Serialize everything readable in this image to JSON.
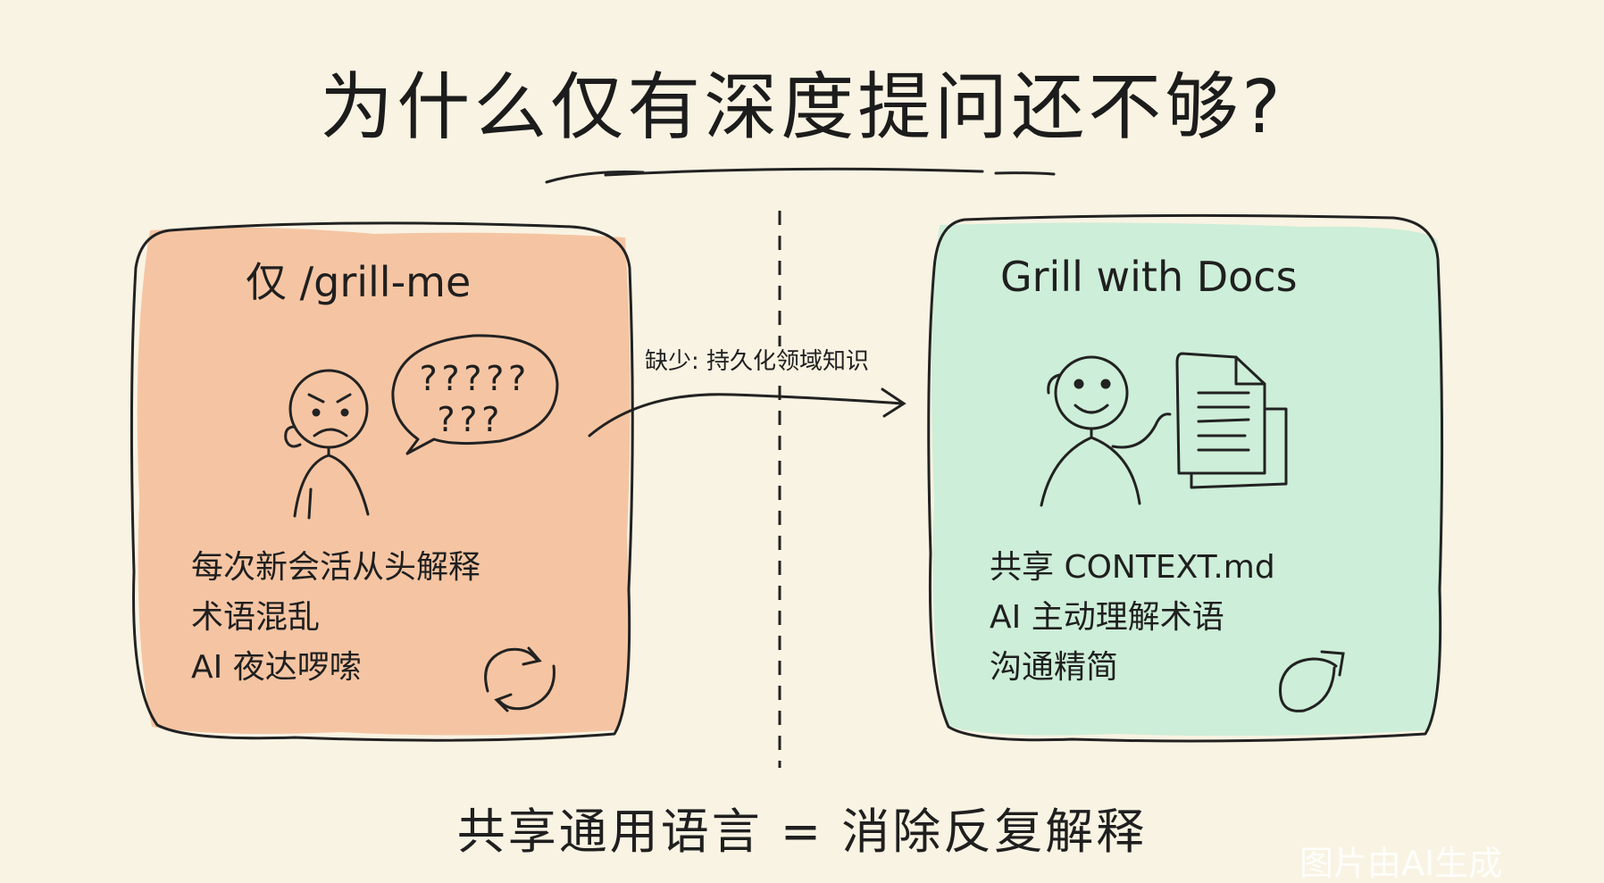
{
  "title": "为什么仅有深度提问还不够?",
  "left_panel": {
    "title": "仅 /grill-me",
    "bubble_line1": "?????",
    "bubble_line2": "???",
    "lines": [
      "每次新会活从头解释",
      "术语混乱",
      "AI 夜达啰嗦"
    ],
    "fill": "#f5c5a3"
  },
  "arrow_label": "缺少: 持久化领域知识",
  "right_panel": {
    "title": "Grill with Docs",
    "lines": [
      "共享 CONTEXT.md",
      "AI 主动理解术语",
      "沟通精简"
    ],
    "fill": "#cdeed8"
  },
  "footer": "共享通用语言 = 消除反复解释",
  "watermark": "图片由AI生成",
  "icons": [
    "confused-face-icon",
    "speech-bubble-icon",
    "smiling-face-icon",
    "document-icon",
    "cycle-arrows-icon",
    "refresh-arrow-icon"
  ]
}
